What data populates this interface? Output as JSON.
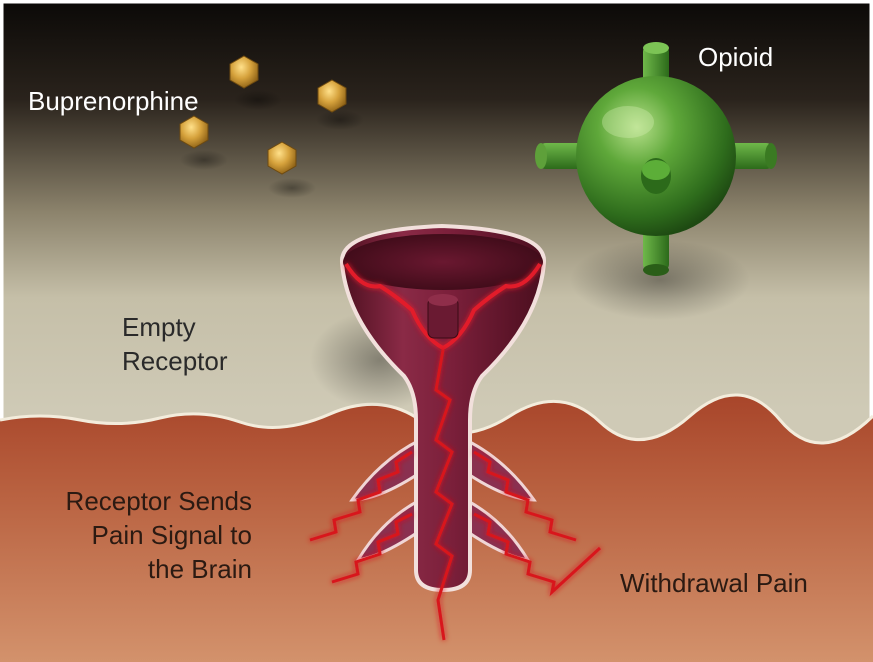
{
  "labels": {
    "buprenorphine": "Buprenorphine",
    "opioid": "Opioid",
    "empty_receptor": [
      "Empty",
      "Receptor"
    ],
    "receptor_sends": [
      "Receptor Sends",
      "Pain Signal to",
      "the Brain"
    ],
    "withdrawal_pain": "Withdrawal Pain"
  },
  "colors": {
    "bg_top": "#0e0b08",
    "bg_mid": "#c9c3ae",
    "tissue": "#b75e3e",
    "receptor": "#7a1f38",
    "signal": "#e01e1e",
    "opioid": "#3f8a28",
    "buprenorphine": "#c8962e"
  }
}
